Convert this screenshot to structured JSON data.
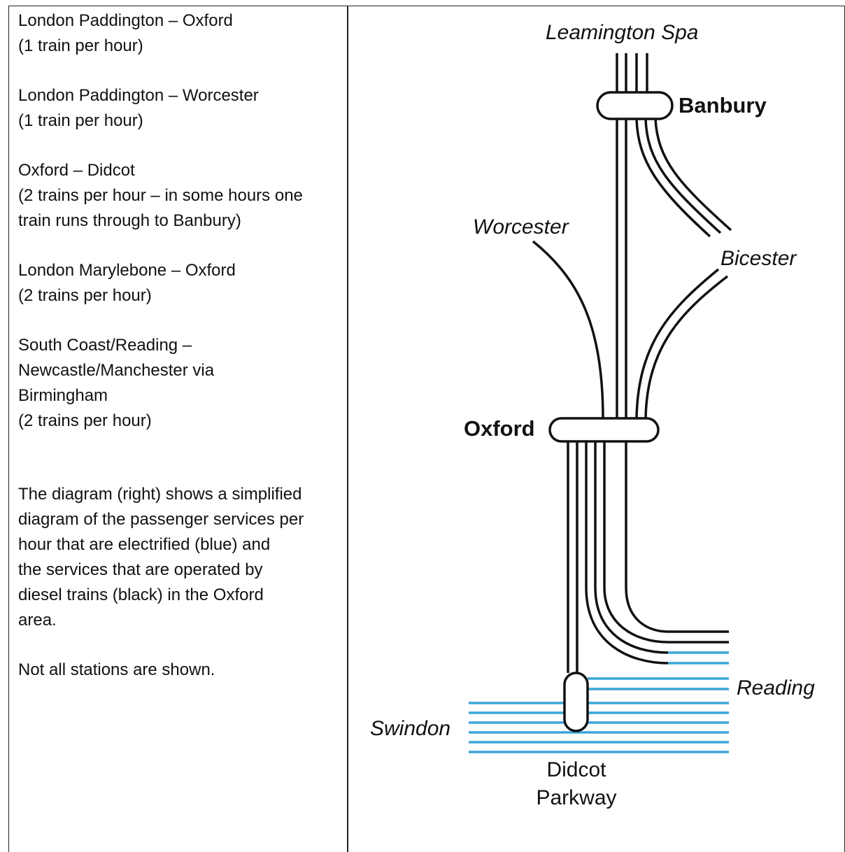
{
  "services": [
    {
      "route": "London Paddington – Oxford",
      "frequency": "(1 train per hour)"
    },
    {
      "route": "London Paddington – Worcester",
      "frequency": "(1 train per hour)"
    },
    {
      "route": "Oxford – Didcot",
      "frequency_lines": [
        "(2 trains per hour – in some hours one",
        "train runs through to Banbury)"
      ]
    },
    {
      "route": "London Marylebone – Oxford",
      "frequency": "(2 trains per hour)"
    },
    {
      "route_lines": [
        "South Coast/Reading –",
        "Newcastle/Manchester via",
        "Birmingham"
      ],
      "frequency": "(2 trains per hour)"
    }
  ],
  "description_lines": [
    "The diagram (right) shows a simplified",
    "diagram of the passenger services per",
    "hour that are electrified (blue) and",
    "the services that are operated by",
    "diesel trains (black) in the Oxford",
    "area."
  ],
  "note": "Not all stations are shown.",
  "diagram": {
    "labels": {
      "leamington": "Leamington Spa",
      "banbury": "Banbury",
      "worcester": "Worcester",
      "bicester": "Bicester",
      "oxford": "Oxford",
      "reading": "Reading",
      "swindon": "Swindon",
      "didcot_line1": "Didcot",
      "didcot_line2": "Parkway"
    },
    "colors": {
      "diesel": "#111111",
      "electric": "#3aa6d8"
    }
  }
}
